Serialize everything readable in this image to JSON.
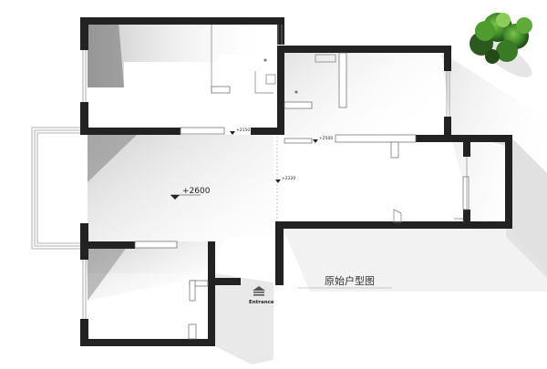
{
  "plan": {
    "title": "原始户型图",
    "entrance_label": "Entrance",
    "main_level": "+2600",
    "small_levels": [
      "+2150",
      "+2500",
      "+2220"
    ]
  },
  "icons": [
    "tree-icon",
    "entrance-arrow-icon",
    "level-marker-icon"
  ]
}
